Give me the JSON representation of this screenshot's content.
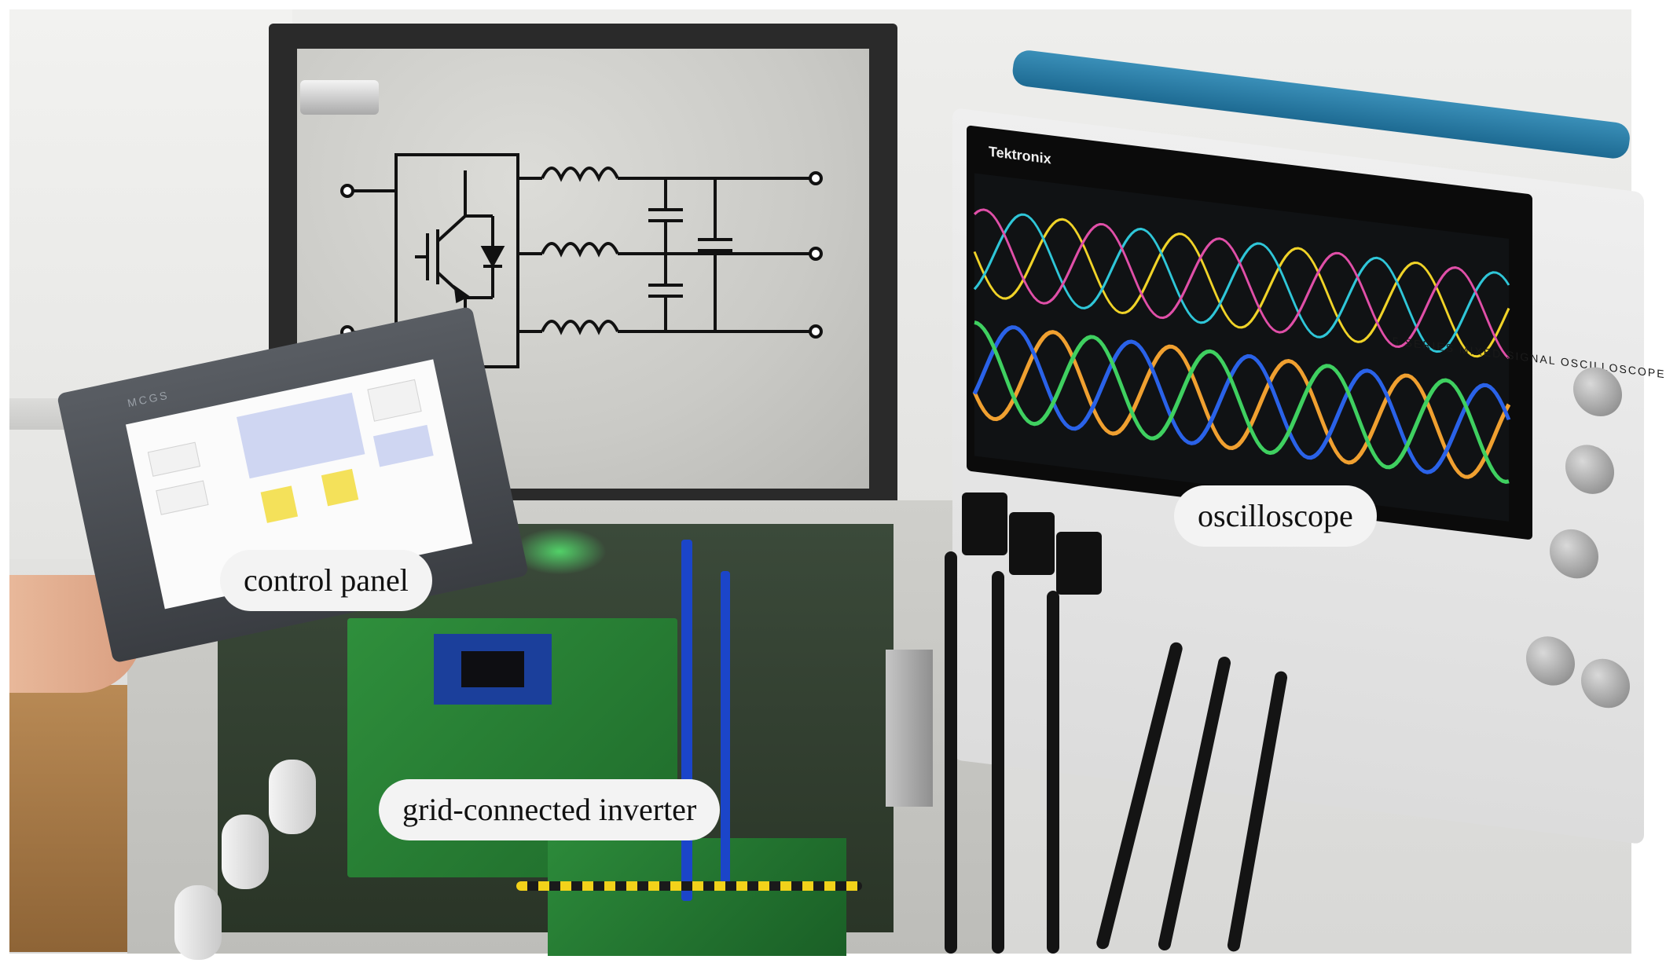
{
  "labels": {
    "control_panel": "control panel",
    "grid_connected_inverter": "grid-connected inverter",
    "oscilloscope": "oscilloscope"
  },
  "device_text": {
    "tablet_brand": "MCGS",
    "scope_brand": "Tektronix",
    "scope_series": "5 SERIES  MIXED SIGNAL OSCILLOSCOPE"
  },
  "colors": {
    "label_bg": "#f3f3f3",
    "trace_yellow": "#f0d328",
    "trace_cyan": "#2fc6d8",
    "trace_magenta": "#e04fa8",
    "trace_blue": "#2a62e8",
    "trace_orange": "#f0a030",
    "trace_green": "#3fd060"
  },
  "icons": {
    "schematic": "inverter-lc-filter-schematic-icon"
  }
}
